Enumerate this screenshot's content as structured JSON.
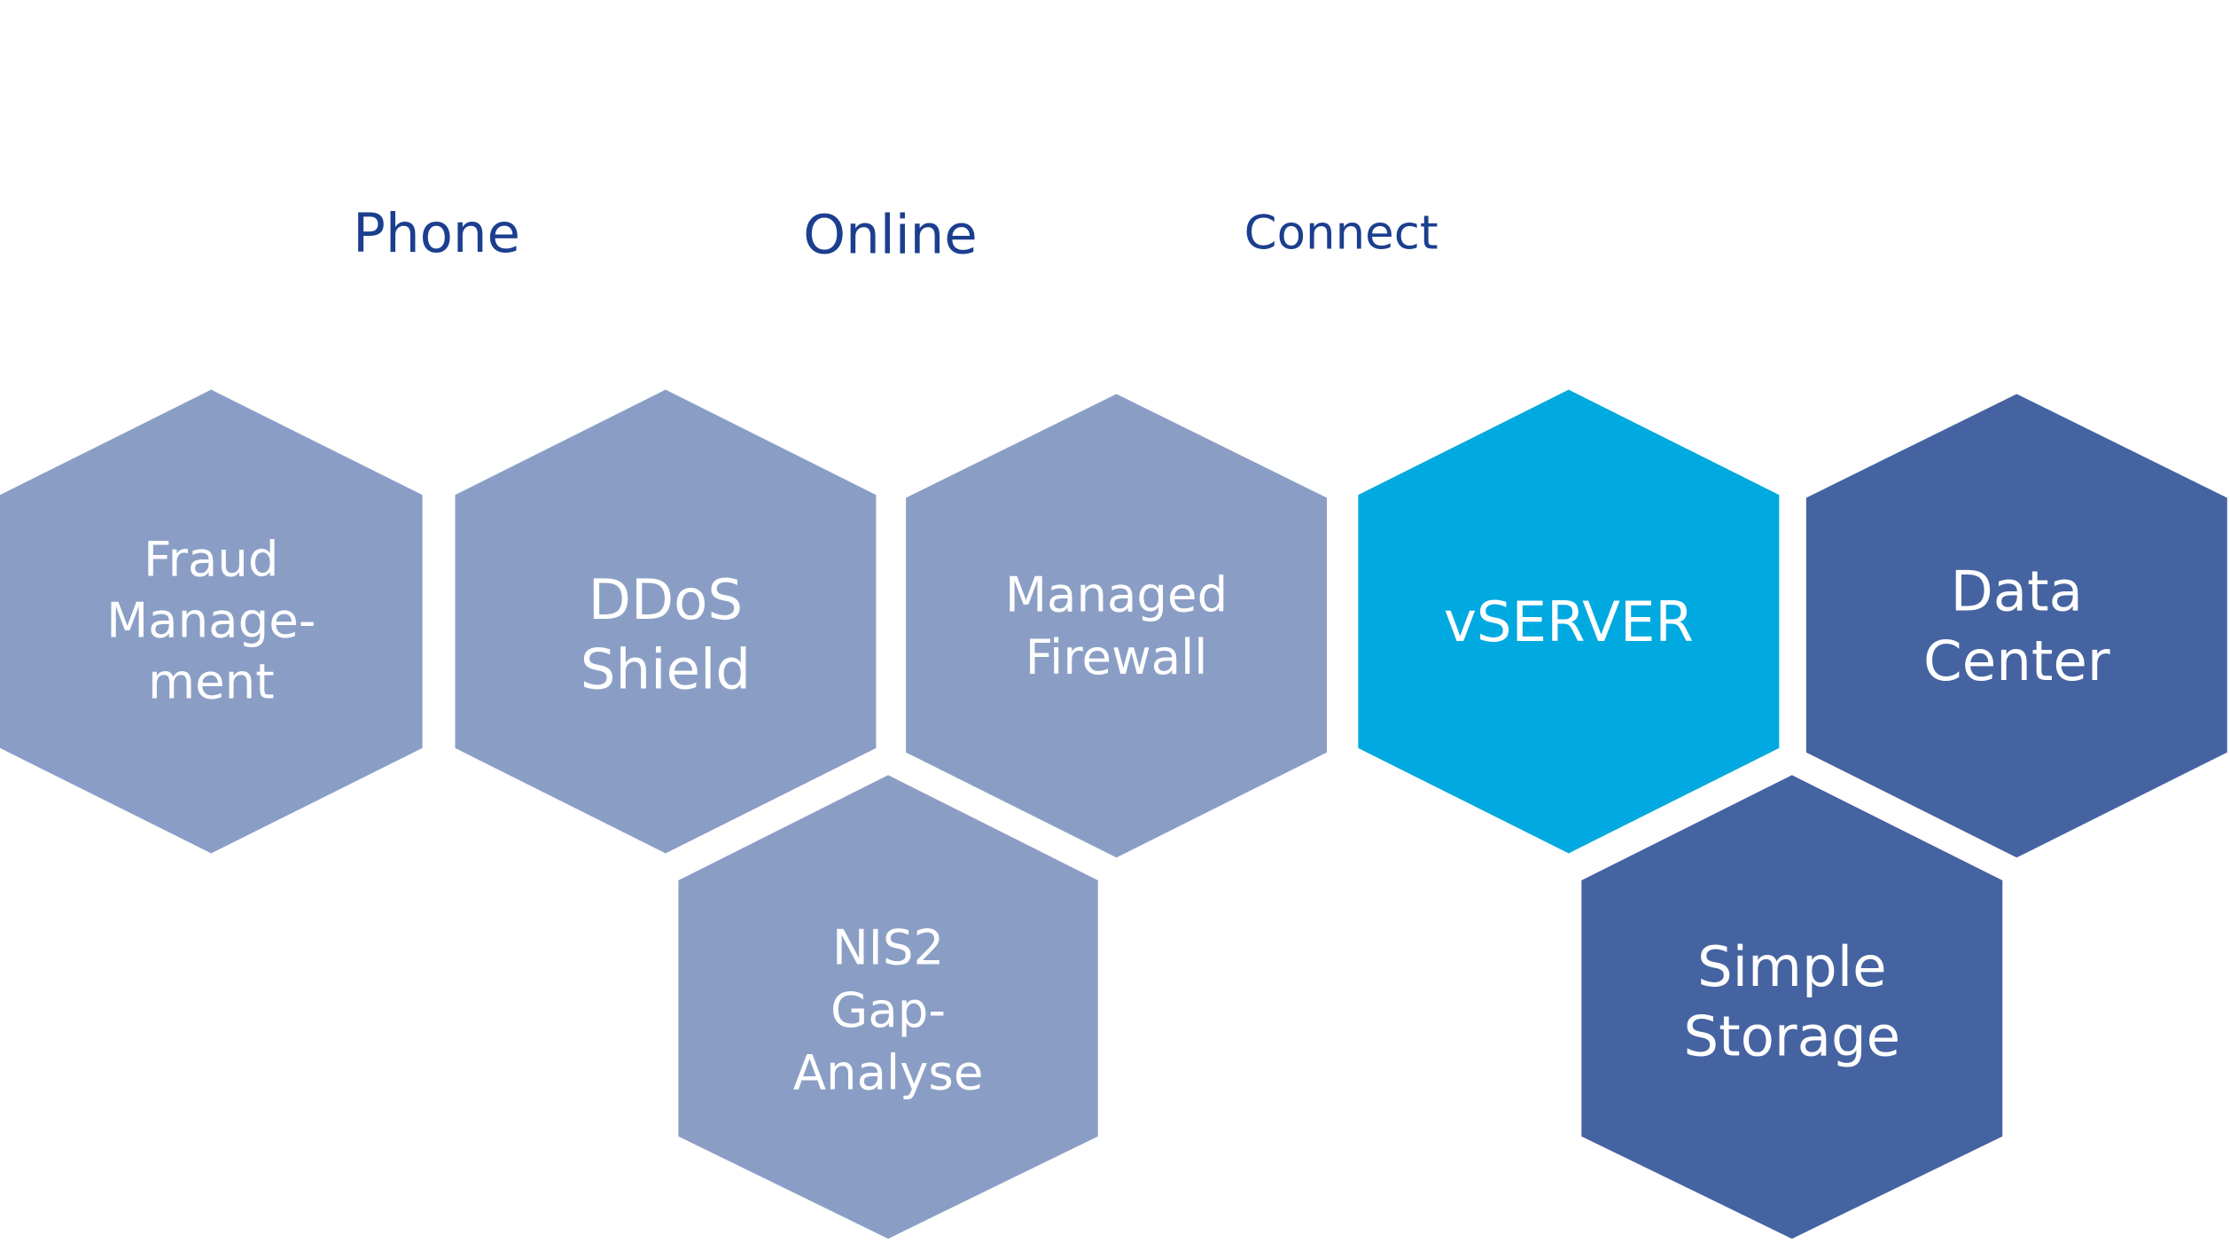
{
  "colors": {
    "heading": "#1B3E8E",
    "light": "#8A9EC5",
    "accent": "#00A9E0",
    "dark": "#4563A1",
    "label": "#FFFFFF",
    "background": "#FFFFFF"
  },
  "headings": [
    {
      "id": "phone",
      "text": "Phone"
    },
    {
      "id": "online",
      "text": "Online"
    },
    {
      "id": "connect",
      "text": "Connect"
    }
  ],
  "tiles": [
    {
      "id": "fraud-management",
      "lines": [
        "Fraud",
        "Manage-",
        "ment"
      ],
      "tone": "light"
    },
    {
      "id": "ddos-shield",
      "lines": [
        "DDoS",
        "Shield"
      ],
      "tone": "light"
    },
    {
      "id": "managed-firewall",
      "lines": [
        "Managed",
        "Firewall"
      ],
      "tone": "light"
    },
    {
      "id": "vserver",
      "lines": [
        "vSERVER"
      ],
      "tone": "accent"
    },
    {
      "id": "data-center",
      "lines": [
        "Data",
        "Center"
      ],
      "tone": "dark"
    },
    {
      "id": "nis2-gap-analyse",
      "lines": [
        "NIS2",
        "Gap-",
        "Analyse"
      ],
      "tone": "light"
    },
    {
      "id": "simple-storage",
      "lines": [
        "Simple",
        "Storage"
      ],
      "tone": "dark"
    }
  ]
}
